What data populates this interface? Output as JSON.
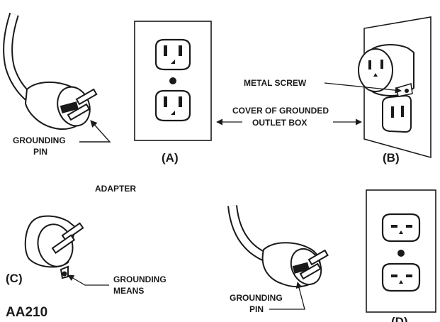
{
  "labels": {
    "grounding_pin_top_line1": "GROUNDING",
    "grounding_pin_top_line2": "PIN",
    "fig_a": "(A)",
    "fig_b": "(B)",
    "fig_c": "(C)",
    "fig_d": "(D)",
    "metal_screw": "METAL SCREW",
    "cover_line1": "COVER OF GROUNDED",
    "cover_line2": "OUTLET BOX",
    "adapter": "ADAPTER",
    "grounding_means_line1": "GROUNDING",
    "grounding_means_line2": "MEANS",
    "grounding_pin_bottom_line1": "GROUNDING",
    "grounding_pin_bottom_line2": "PIN",
    "figure_code": "AA210"
  },
  "colors": {
    "ink": "#1a1a1a",
    "background": "#ffffff"
  }
}
